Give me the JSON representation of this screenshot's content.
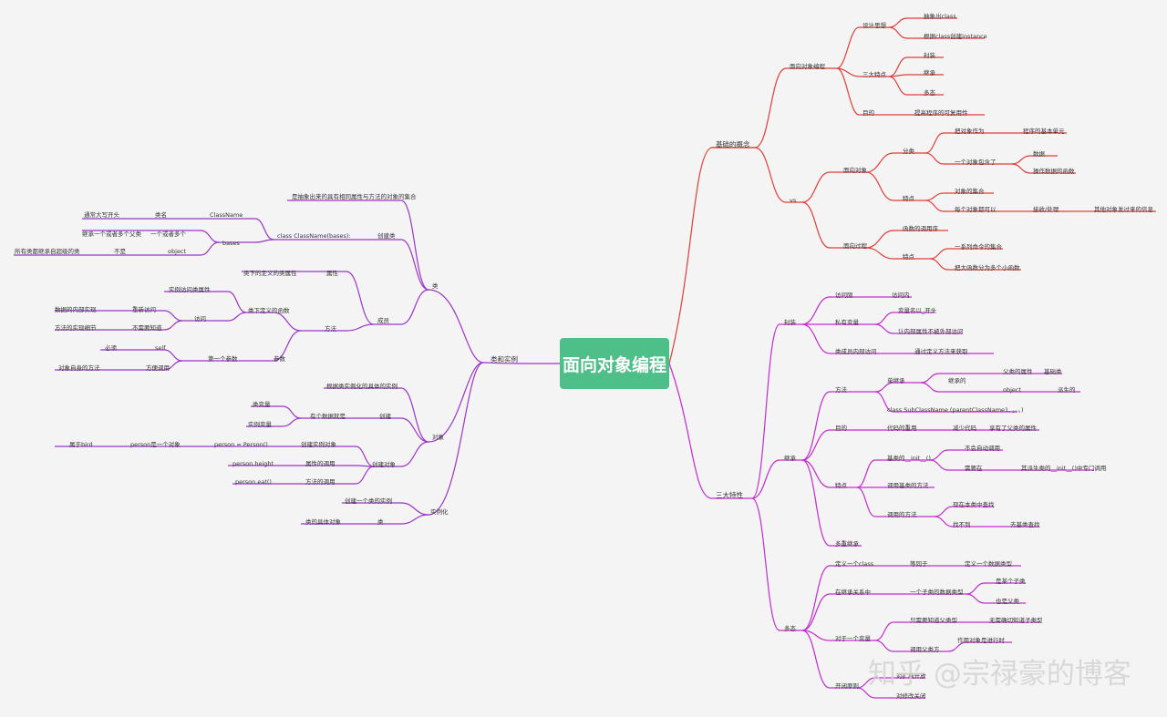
{
  "root": {
    "label": "面向对象编程"
  },
  "watermark": "知乎 @宗禄豪的博客",
  "colors": {
    "right_top": "#e23d39",
    "right_bottom": "#c42bd1",
    "left": "#9b35c9",
    "root_bg": "#4fbf8a"
  },
  "right": {
    "basic": {
      "label": "基础的概念",
      "oop": {
        "label": "面向对象编程",
        "design": {
          "label": "设计思想",
          "items": [
            "抽象出class",
            "根据class创建instance"
          ]
        },
        "three": {
          "label": "三大特点",
          "items": [
            "封装",
            "继承",
            "多态"
          ]
        },
        "purpose": {
          "label": "目的",
          "item": "提高程序的可复用性"
        }
      },
      "vs": {
        "label": "vs",
        "oo": {
          "label": "面向对象",
          "class": {
            "label": "分类",
            "a": "把对象作为",
            "a2": "程序的基本单元",
            "b": "一个对象包含了",
            "b1": "数据",
            "b2": "操作数据的函数"
          },
          "feature": {
            "label": "特点",
            "a": "对象的集合",
            "b": "每个对象都可以",
            "b2": "接收/处理",
            "b3": "其他对象发过来的信息"
          }
        },
        "op": {
          "label": "面向过程",
          "a": "函数的调用序",
          "f": "特点",
          "f1": "一系列命令的集合",
          "f2": "把大函数分为多个小函数"
        }
      }
    },
    "three": {
      "label": "三大特性",
      "enc": {
        "label": "封装",
        "a": "访问限",
        "a2": "访问内",
        "b": "私有变量",
        "b1": "变量名以_开头",
        "b2": "让内部属性不被外部访问",
        "c": "类成员内部访问",
        "c2": "通过定义方法来获取"
      },
      "inh": {
        "label": "继承",
        "m": {
          "label": "方法",
          "a": "单继承",
          "a2": "继承的",
          "a3": "父类的属性",
          "a4": "基础类",
          "a5": "object",
          "a6": "派生的",
          "b": "class SubClassName (parentClassName1, 。。。)"
        },
        "g": {
          "label": "目的",
          "a": "代码的重用",
          "a2": "减少代码",
          "a3": "享有了父类的属性"
        },
        "t": {
          "label": "特点",
          "a": "基类的__init__()",
          "a1": "不会自动调用",
          "a2": "需要在",
          "a3": "其派生类的__init__()中专门调用",
          "b": "调用基类的方法",
          "c": "调用的方法",
          "c1": "现在本类中查找",
          "c2": "找不到",
          "c3": "去基类查找"
        },
        "multi": "多重继承"
      },
      "poly": {
        "label": "多态",
        "a": "定义一个class",
        "a1": "等同于",
        "a2": "定义一个数据类型",
        "b": "在继承关系中",
        "b1": "一个子类的数据类型",
        "b2": "是某个子类",
        "b3": "也是父类",
        "c": "对于一个变量",
        "c1": "只需要知道父类型",
        "c2": "无需确切知道子类型",
        "c3": "调用父类方",
        "c4": "作用对象是进行时",
        "d": "开闭原则",
        "d1": "对扩展开放",
        "d2": "对修改关闭"
      }
    }
  },
  "left": {
    "class_obj": {
      "label": "类和实例",
      "cls": {
        "label": "类",
        "desc": "是抽象出来的具有相同属性与方法的对象的集合",
        "create": {
          "label": "创建类",
          "syntax": "class ClassName(bases):",
          "cn": "ClassName",
          "cn_rule": "类名",
          "cn_rule2": "通常大写开头",
          "bases": "bases",
          "b1": "一个或者多个",
          "b1d": "继承一个或者多个父类",
          "b2": "object",
          "b2l": "不是",
          "b2d": "所有类都继承自超级的类"
        },
        "members": {
          "label": "成员",
          "attr": {
            "label": "属性",
            "desc": "类下的定义的类属性"
          },
          "method": {
            "label": "方法",
            "def": "类下定义的函数",
            "access": "访问",
            "access_a": "实例访问类属性",
            "access_b": "重新访问",
            "access_b2": "数据的内部实现",
            "access_c": "不需要知道",
            "access_c2": "方法的实现细节",
            "params": "参数",
            "p1": "第一个参数",
            "p2": "self",
            "p2l": "必须",
            "p3": "方便调用",
            "p3d": "对象自身的方法"
          }
        }
      },
      "obj": {
        "label": "对象",
        "desc": "根据类实例化的具体的实例",
        "cr": {
          "label": "创建",
          "a": "有个数据就是",
          "a1": "类变量",
          "a2": "实例变量"
        },
        "use": {
          "label": "创建对象",
          "a": "创建实例对象",
          "b": "person = Person()",
          "c": "person是一个对象",
          "d": "属于bird",
          "e": "属性的调用",
          "f": "person.height",
          "g": "方法的调用",
          "h": "person.eat()"
        }
      },
      "inst": {
        "label": "实例化",
        "a": "创建一个类的实例",
        "b": "类",
        "c": "类的具体对象"
      }
    }
  }
}
